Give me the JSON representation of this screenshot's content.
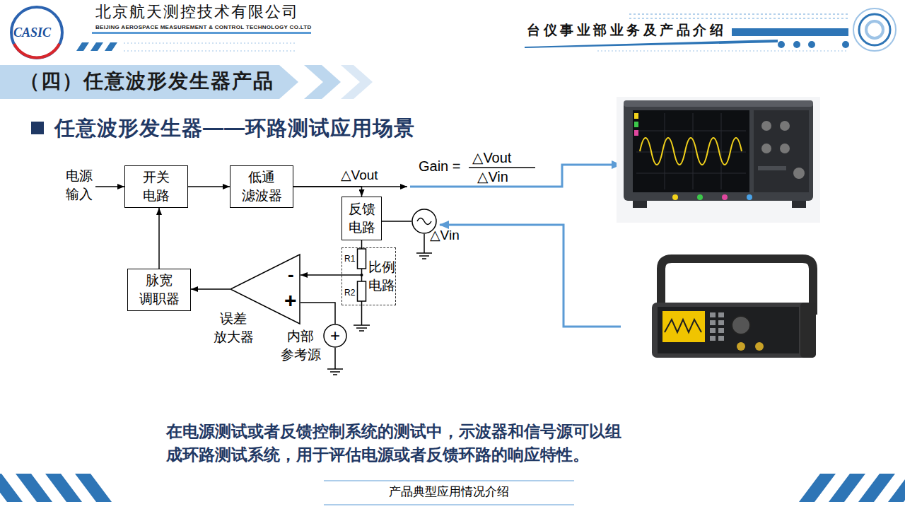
{
  "diagram": {
    "title": "（四）任意波形发生器产品",
    "caption": "在电源测试或者反馈控制系统的测试中，示波器和信号源可以组成环路测试系统，用于评估电源或者反馈环路的响应特性。",
    "nodes": [
      {
        "text": [
          "开关 电路"
        ]
      },
      {
        "text": [
          "低通 滤波器"
        ]
      },
      {
        "text": [
          "反馈 电路"
        ]
      },
      {
        "text": [
          "△Vin"
        ]
      },
      {
        "text": [
          "R1",
          "R2",
          "比例 电路"
        ]
      },
      {
        "text": [
          "脉宽 调职器"
        ]
      },
      {
        "text": [
          "-",
          "+",
          "误差 放大器"
        ]
      },
      {
        "text": [
          "+",
          "内部 参考源"
        ]
      }
    ],
    "edges": [
      {
        "from": 0,
        "to": 1,
        "arrow": "to"
      },
      {
        "from": 1,
        "to": 2,
        "arrow": "to"
      },
      {
        "from": 3,
        "to": 2,
        "arrow": "none"
      },
      {
        "from": 2,
        "to": 4,
        "arrow": "none"
      },
      {
        "from": 4,
        "to": 6,
        "arrow": "to"
      },
      {
        "from": 7,
        "to": 6,
        "arrow": "none"
      },
      {
        "from": 6,
        "to": 5,
        "arrow": "to"
      },
      {
        "from": 5,
        "to": 0,
        "arrow": "to"
      }
    ],
    "labels": [
      "北京航天测控技术有限公司",
      "BEIJING AEROSPACE MEASUREMENT & CONTROL TECHNOLOGY CO.LTD",
      "CASIC",
      "台仪事业部业务及产品介绍",
      "任意波形发生器——环路测试应用场景",
      "电源 输入",
      "△Vout",
      "Gain =",
      "△Vout",
      "△Vin",
      "产品典型应用情况介绍"
    ]
  }
}
